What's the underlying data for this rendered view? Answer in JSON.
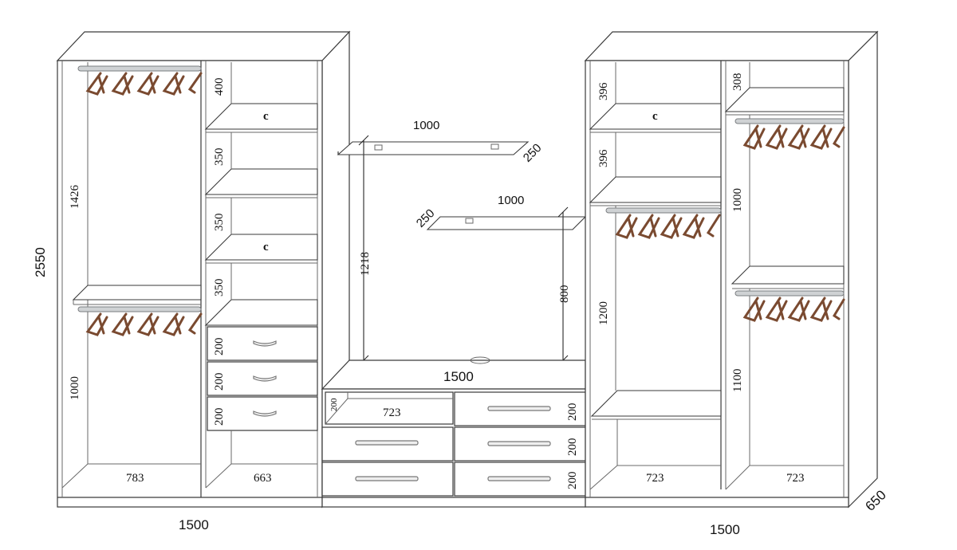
{
  "left_cabinet": {
    "width": "1500",
    "height": "2550",
    "left_section": {
      "upper_hang": "1426",
      "lower_hang": "1000",
      "bottom_width": "783"
    },
    "right_section": {
      "heights": [
        "400",
        "350",
        "350",
        "350"
      ],
      "drawers": [
        "200",
        "200",
        "200"
      ],
      "shelf_marks": [
        "c",
        "c"
      ],
      "bottom_width": "663"
    }
  },
  "tv_unit": {
    "shelf_top": {
      "length": "1000",
      "depth": "250"
    },
    "shelf_bottom": {
      "length": "1000",
      "depth": "250"
    },
    "height_left": "1218",
    "height_right": "800",
    "width": "1500",
    "niche_height": "200",
    "niche_width": "723",
    "drawers_right": [
      "200",
      "200",
      "200"
    ]
  },
  "right_cabinet": {
    "width": "1500",
    "depth": "650",
    "left_section": {
      "heights": [
        "396",
        "396",
        "1200"
      ],
      "shelf_marks": [
        "c"
      ],
      "bottom_width": "723"
    },
    "right_section": {
      "heights": [
        "308",
        "1000",
        "1100"
      ],
      "bottom_width": "723"
    }
  },
  "colors": {
    "line": "#3a3a3a",
    "hanger": "#7a4a30",
    "rod": "#cfd2d4"
  }
}
